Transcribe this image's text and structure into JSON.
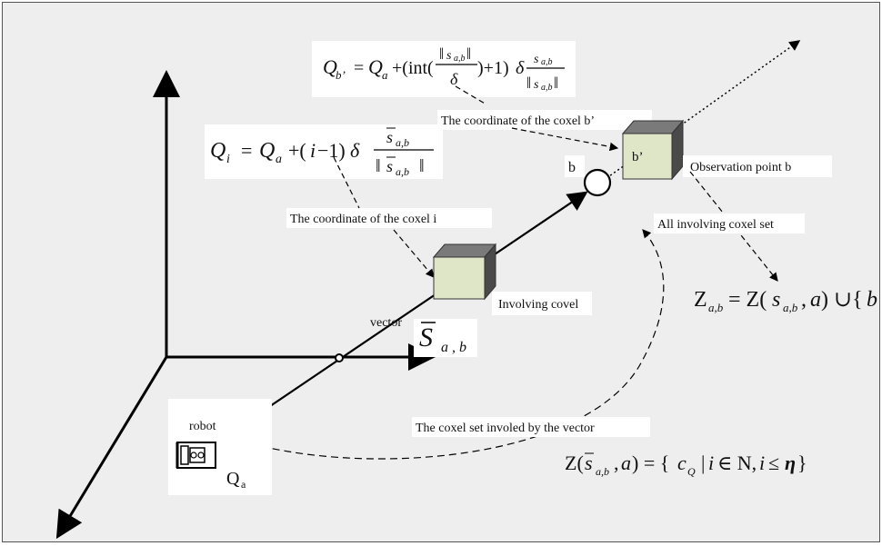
{
  "labels": {
    "coord_b_prime": "The coordinate of the coxel b’",
    "coord_i": "The coordinate of the coxel i",
    "point_b": "b",
    "b_prime": "b’",
    "observation_point": "Observation point b",
    "all_involving": "All involving coxel set",
    "involving_covel": "Involving covel",
    "vector": "vector",
    "robot": "robot",
    "coxel_set_vector": "The coxel set involed by the vector"
  },
  "math": {
    "qa_label": "Q",
    "qa_sub": "a",
    "s_vec": "S",
    "s_sub": "a , b",
    "eq_qb_lhs": "Q",
    "eq_qb_lhs_sub": "b’",
    "eq_qi_lhs": "Q",
    "eq_qi_lhs_sub": "i",
    "z_eq_right": "Z(s",
    "z_set_rhs": "= {c",
    "z_set_tail": "|i ∈ N, i ≤ η}"
  },
  "colors": {
    "background": "#eeeeee",
    "cube_face": "#dfe6c8",
    "cube_side": "#4a4a4a",
    "line": "#000000"
  }
}
